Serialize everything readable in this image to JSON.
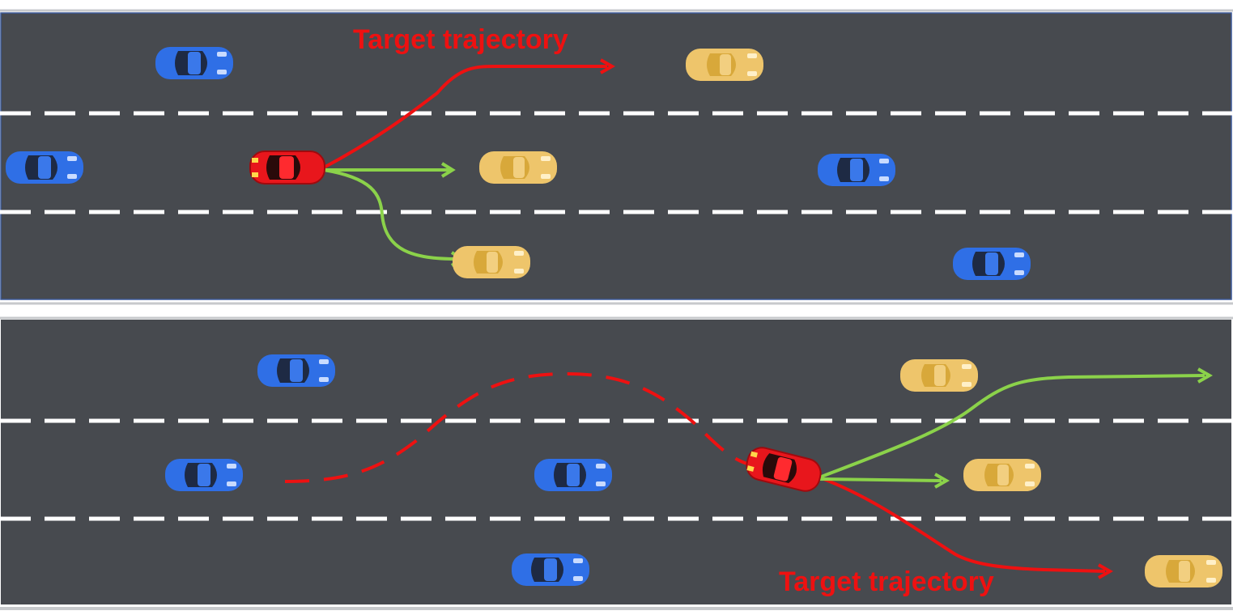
{
  "colors": {
    "road": "#474a4f",
    "lane_marking": "#ffffff",
    "border": "#c7c9cc",
    "ego_car": "#e8161c",
    "other_car": "#2f6fe6",
    "candidate_car": "#eec56b",
    "target_trajectory": "#ee1111",
    "candidate_trajectory": "#8bd24a"
  },
  "scenarios": [
    {
      "label": "Target trajectory",
      "ego": {
        "lane": 2,
        "icon": "red-car-icon"
      },
      "other_cars": [
        {
          "lane": 1,
          "icon": "blue-car-icon"
        },
        {
          "lane": 2,
          "icon": "blue-car-icon"
        },
        {
          "lane": 2,
          "icon": "blue-car-icon"
        },
        {
          "lane": 3,
          "icon": "blue-car-icon"
        }
      ],
      "candidate_cars": [
        {
          "lane": 1,
          "icon": "yellow-car-icon"
        },
        {
          "lane": 2,
          "icon": "yellow-car-icon"
        },
        {
          "lane": 3,
          "icon": "yellow-car-icon"
        }
      ],
      "target_trajectory": {
        "from_lane": 2,
        "to_lane": 1,
        "style": "solid"
      },
      "candidate_trajectories": [
        {
          "from_lane": 2,
          "to_lane": 2
        },
        {
          "from_lane": 2,
          "to_lane": 3
        }
      ]
    },
    {
      "label": "Target trajectory",
      "ego": {
        "lane": 2,
        "icon": "red-car-icon"
      },
      "other_cars": [
        {
          "lane": 1,
          "icon": "blue-car-icon"
        },
        {
          "lane": 2,
          "icon": "blue-car-icon"
        },
        {
          "lane": 2,
          "icon": "blue-car-icon"
        },
        {
          "lane": 3,
          "icon": "blue-car-icon"
        }
      ],
      "candidate_cars": [
        {
          "lane": 1,
          "icon": "yellow-car-icon"
        },
        {
          "lane": 2,
          "icon": "yellow-car-icon"
        },
        {
          "lane": 3,
          "icon": "yellow-car-icon"
        }
      ],
      "past_trajectory": {
        "style": "dashed"
      },
      "target_trajectory": {
        "from_lane": 2,
        "to_lane": 3,
        "style": "solid"
      },
      "candidate_trajectories": [
        {
          "from_lane": 2,
          "to_lane": 1
        },
        {
          "from_lane": 2,
          "to_lane": 2
        }
      ]
    }
  ]
}
